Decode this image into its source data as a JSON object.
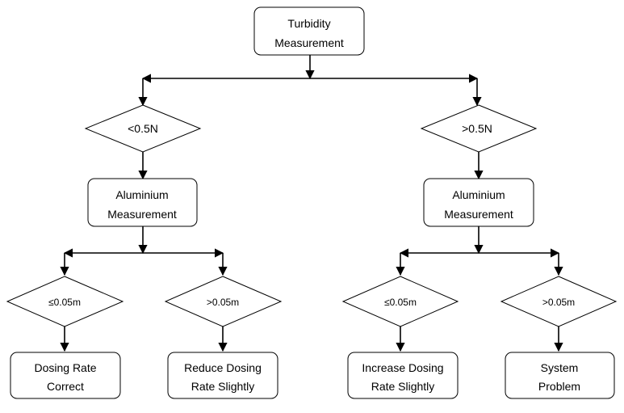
{
  "root": {
    "line1": "Turbidity",
    "line2": "Measurement"
  },
  "left_branch": {
    "condition": "<0.5N",
    "measure": {
      "line1": "Aluminium",
      "line2": "Measurement"
    },
    "sub_left": {
      "condition": "≤0.05m",
      "outcome": {
        "line1": "Dosing Rate",
        "line2": "Correct"
      }
    },
    "sub_right": {
      "condition": ">0.05m",
      "outcome": {
        "line1": "Reduce Dosing",
        "line2": "Rate Slightly"
      }
    }
  },
  "right_branch": {
    "condition": ">0.5N",
    "measure": {
      "line1": "Aluminium",
      "line2": "Measurement"
    },
    "sub_left": {
      "condition": "≤0.05m",
      "outcome": {
        "line1": "Increase Dosing",
        "line2": "Rate Slightly"
      }
    },
    "sub_right": {
      "condition": ">0.05m",
      "outcome": {
        "line1": "System",
        "line2": "Problem"
      }
    }
  }
}
